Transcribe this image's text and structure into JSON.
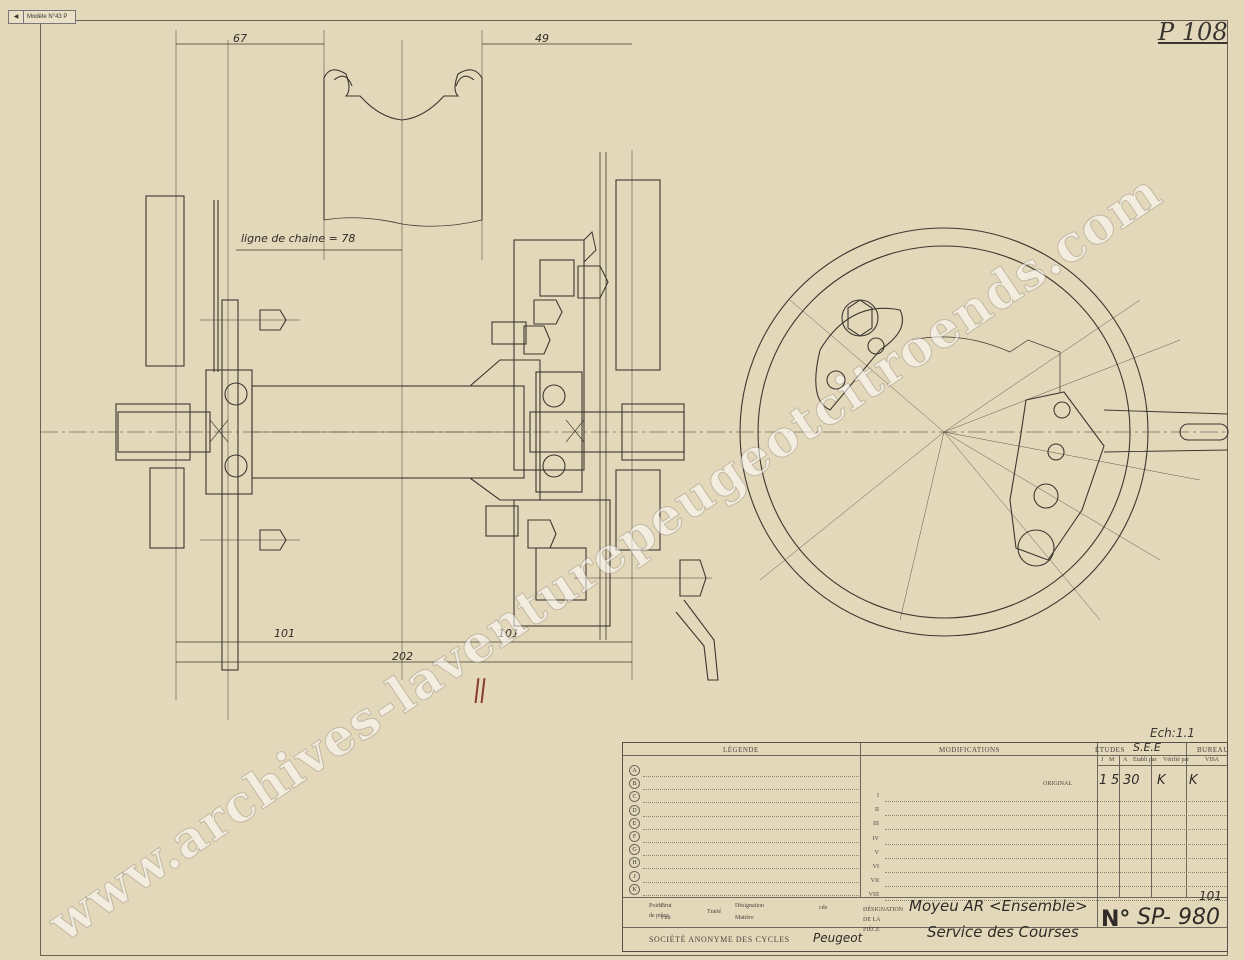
{
  "sheet": {
    "model_ref": "Modèle N°43 P",
    "page_number": "P 108",
    "scale": "Ech:1.1"
  },
  "dimensions": {
    "dim_67": "67",
    "dim_49": "49",
    "chain_line": "ligne de chaine = 78",
    "dim_101_left": "101",
    "dim_101_right": "101",
    "dim_202": "202",
    "red_mark": "II"
  },
  "title_block": {
    "legende": "LÉGENDE",
    "modifications": "MODIFICATIONS",
    "etudes": "ÉTUDES",
    "etudes_code": "S.E.E",
    "bureau": "BUREAU",
    "visa": "VISA",
    "col_j": "J",
    "col_m": "M",
    "col_a": "A",
    "etabli_par": "Etabli par",
    "verifie_par": "Vérifié par",
    "original": "ORIGINAL",
    "date_j": "1",
    "date_m": "5",
    "date_a": "30",
    "initials_1": "K",
    "initials_2": "K",
    "legend_letters": [
      "A",
      "B",
      "C",
      "D",
      "E",
      "F",
      "G",
      "H",
      "J",
      "K"
    ],
    "roman": [
      "I",
      "II",
      "III",
      "IV",
      "V",
      "VI",
      "VII",
      "VIII"
    ],
    "poids": "Poids",
    "de_piece": "de pièce",
    "brut": "Brut",
    "fini": "Fini",
    "matiere": "Matière",
    "designation": "Désignation",
    "traite": "Traité",
    "cde": "cde",
    "designation_de_la_piece": "DÉSIGNATION DE LA PIÈCE",
    "company": "SOCIÉTÉ ANONYME DES CYCLES",
    "brand": "Peugeot",
    "piece_line1": "Moyeu AR <Ensemble>",
    "piece_line2": "Service des Courses",
    "no_prefix": "N°",
    "drawing_number": "SP- 980",
    "drawing_number_note": "101"
  },
  "watermark": "www.archives-laventurepeugeotcitroends.com"
}
